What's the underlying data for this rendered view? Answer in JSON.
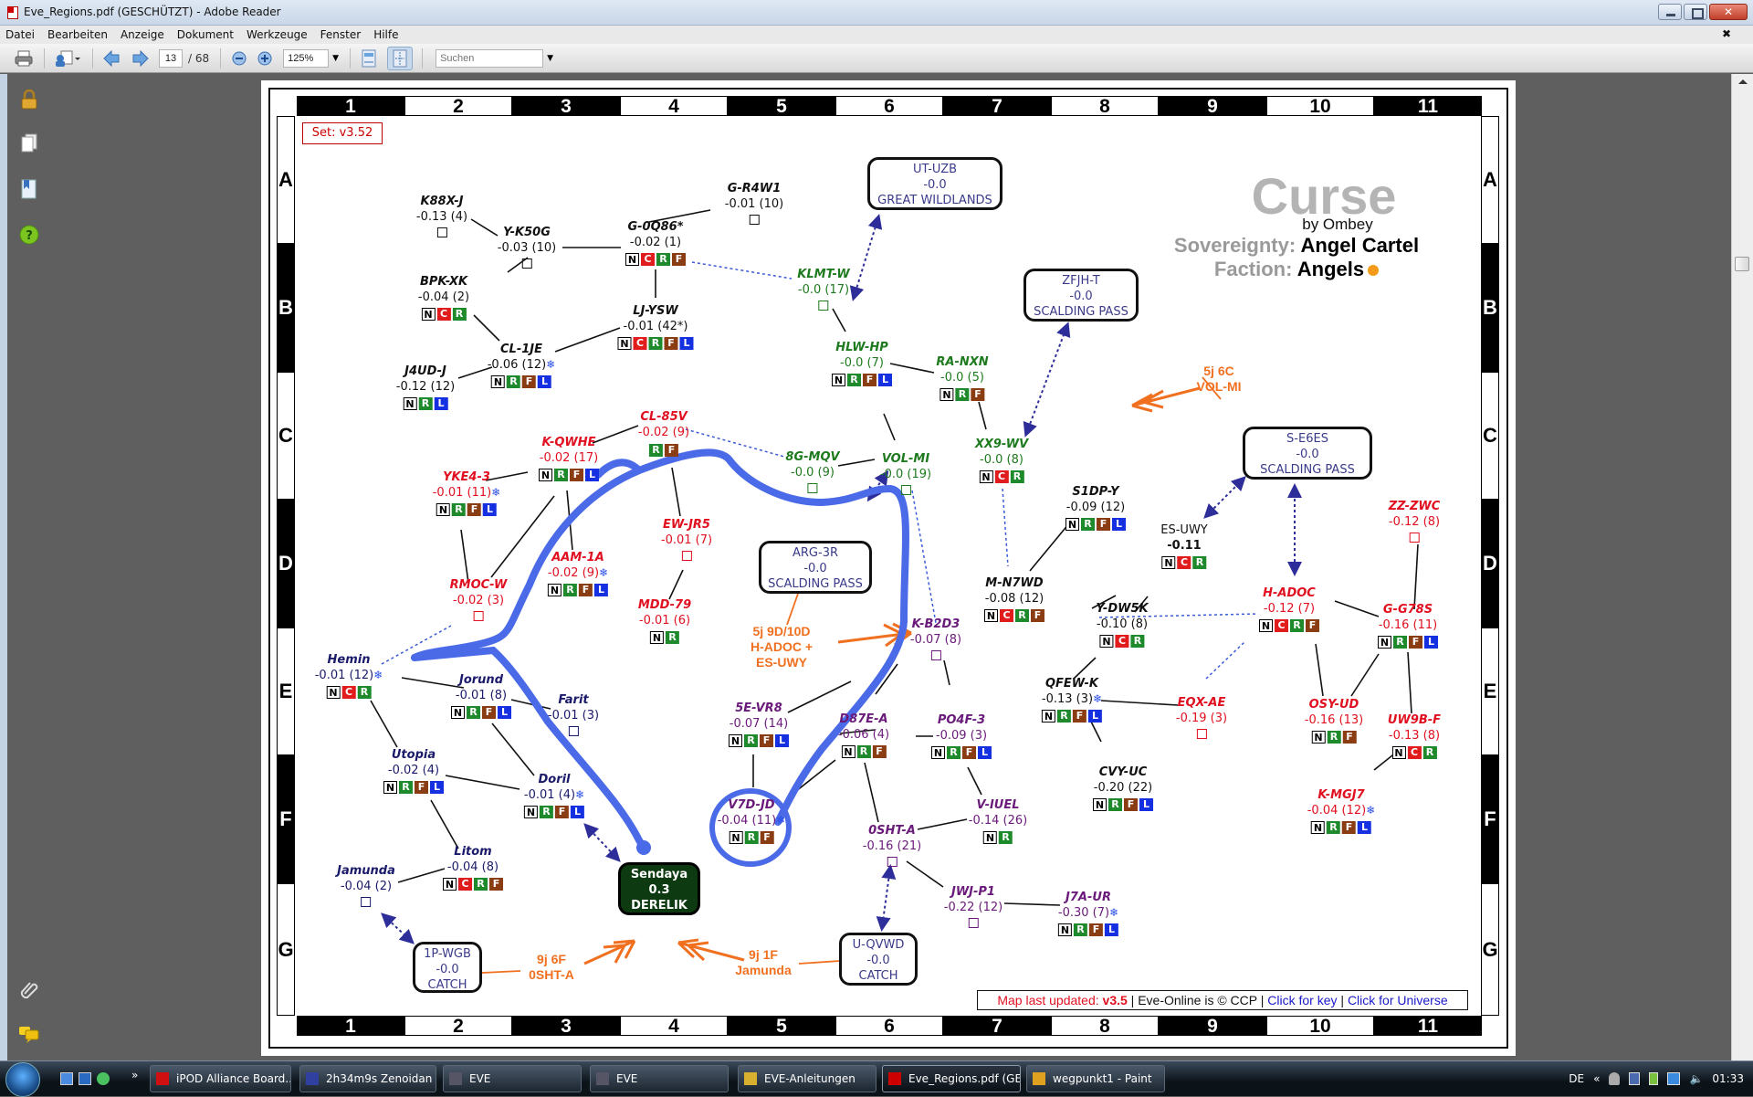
{
  "window": {
    "title": "Eve_Regions.pdf (GESCHÜTZT) - Adobe Reader",
    "close_glyph": "✕"
  },
  "menu": [
    "Datei",
    "Bearbeiten",
    "Anzeige",
    "Dokument",
    "Werkzeuge",
    "Fenster",
    "Hilfe"
  ],
  "doc_close_glyph": "✖",
  "toolbar": {
    "page_current": "13",
    "page_total": "/ 68",
    "zoom": "125%",
    "search_placeholder": "Suchen",
    "icons": [
      "printer-icon",
      "share-icon",
      "prev-page-icon",
      "next-page-icon",
      "zoom-out-icon",
      "zoom-in-icon",
      "fit-width-icon",
      "fit-page-icon"
    ]
  },
  "sidepanel": {
    "icons": [
      "lock-icon",
      "pages-icon",
      "bookmark-icon",
      "help-icon",
      "attachment-icon",
      "comments-icon"
    ]
  },
  "map": {
    "set_label": "Set: v3.52",
    "region": "Curse",
    "author": "by Ombey",
    "sovereignty_label": "Sovereignty:",
    "sovereignty_value": "Angel Cartel",
    "faction_label": "Faction:",
    "faction_value": "Angels",
    "faction_color": "#f39a1a",
    "columns": [
      "1",
      "2",
      "3",
      "4",
      "5",
      "6",
      "7",
      "8",
      "9",
      "10",
      "11"
    ],
    "rows": [
      "A",
      "B",
      "C",
      "D",
      "E",
      "F",
      "G"
    ],
    "footer": {
      "updated_label": "Map last updated: ",
      "updated_version": "v3.5",
      "copyright": " | Eve-Online is © CCP | ",
      "key_link": "Click for key",
      "sep": " | ",
      "universe_link": "Click for Universe"
    },
    "systems": [
      {
        "name": "K88X-J",
        "sec": "-0.13 (4)",
        "color": "black",
        "services": []
      },
      {
        "name": "Y-K50G",
        "sec": "-0.03 (10)",
        "color": "black",
        "services": []
      },
      {
        "name": "G-0Q86*",
        "sec": "-0.02 (1)",
        "color": "black",
        "services": [
          "N",
          "C",
          "R",
          "F"
        ]
      },
      {
        "name": "G-R4W1",
        "sec": "-0.01 (10)",
        "color": "black",
        "services": []
      },
      {
        "name": "BPK-XK",
        "sec": "-0.04 (2)",
        "color": "black",
        "services": [
          "N",
          "C",
          "R"
        ]
      },
      {
        "name": "LJ-YSW",
        "sec": "-0.01 (42*)",
        "color": "black",
        "services": [
          "N",
          "C",
          "R",
          "F",
          "L"
        ]
      },
      {
        "name": "CL-1JE",
        "sec": "-0.06 (12)",
        "color": "black",
        "services": [
          "N",
          "R",
          "F",
          "L"
        ],
        "ice": true
      },
      {
        "name": "J4UD-J",
        "sec": "-0.12 (12)",
        "color": "black",
        "services": [
          "N",
          "R",
          "L"
        ]
      },
      {
        "name": "KLMT-W",
        "sec": "-0.0 (17)",
        "color": "green",
        "services": []
      },
      {
        "name": "HLW-HP",
        "sec": "-0.0 (7)",
        "color": "green",
        "services": [
          "N",
          "R",
          "F",
          "L"
        ]
      },
      {
        "name": "RA-NXN",
        "sec": "-0.0 (5)",
        "color": "green",
        "services": [
          "N",
          "R",
          "F"
        ]
      },
      {
        "name": "XX9-WV",
        "sec": "-0.0 (8)",
        "color": "green",
        "services": [
          "N",
          "C",
          "R"
        ]
      },
      {
        "name": "8G-MQV",
        "sec": "-0.0 (9)",
        "color": "green",
        "services": []
      },
      {
        "name": "VOL-MI",
        "sec": "-0.0 (19)",
        "color": "green",
        "services": []
      },
      {
        "name": "CL-85V",
        "sec": "-0.02 (9)",
        "color": "red",
        "services": [
          "R",
          "F"
        ]
      },
      {
        "name": "K-QWHE",
        "sec": "-0.02 (17)",
        "color": "red",
        "services": [
          "N",
          "R",
          "F",
          "L"
        ]
      },
      {
        "name": "YKE4-3",
        "sec": "-0.01 (11)",
        "color": "red",
        "services": [
          "N",
          "R",
          "F",
          "L"
        ],
        "ice": true
      },
      {
        "name": "EW-JR5",
        "sec": "-0.01 (7)",
        "color": "red",
        "services": []
      },
      {
        "name": "AAM-1A",
        "sec": "-0.02 (9)",
        "color": "red",
        "services": [
          "N",
          "R",
          "F",
          "L"
        ],
        "ice": true
      },
      {
        "name": "RMOC-W",
        "sec": "-0.02 (3)",
        "color": "red",
        "services": []
      },
      {
        "name": "MDD-79",
        "sec": "-0.01 (6)",
        "color": "red",
        "services": [
          "N",
          "R"
        ]
      },
      {
        "name": "Hemin",
        "sec": "-0.01 (12)",
        "color": "navy",
        "services": [
          "N",
          "C",
          "R"
        ],
        "ice": true
      },
      {
        "name": "Jorund",
        "sec": "-0.01 (8)",
        "color": "navy",
        "services": [
          "N",
          "R",
          "F",
          "L"
        ]
      },
      {
        "name": "Farit",
        "sec": "-0.01 (3)",
        "color": "navy",
        "services": []
      },
      {
        "name": "Utopia",
        "sec": "-0.02 (4)",
        "color": "navy",
        "services": [
          "N",
          "R",
          "F",
          "L"
        ]
      },
      {
        "name": "Doril",
        "sec": "-0.01 (4)",
        "color": "navy",
        "services": [
          "N",
          "R",
          "F",
          "L"
        ],
        "ice": true
      },
      {
        "name": "Litom",
        "sec": "-0.04 (8)",
        "color": "navy",
        "services": [
          "N",
          "C",
          "R",
          "F"
        ]
      },
      {
        "name": "Jamunda",
        "sec": "-0.04 (2)",
        "color": "navy",
        "services": []
      },
      {
        "name": "K-B2D3",
        "sec": "-0.07 (8)",
        "color": "purple",
        "services": []
      },
      {
        "name": "5E-VR8",
        "sec": "-0.07 (14)",
        "color": "purple",
        "services": [
          "N",
          "R",
          "F",
          "L"
        ]
      },
      {
        "name": "D87E-A",
        "sec": "-0.06 (4)",
        "color": "purple",
        "services": [
          "N",
          "R",
          "F"
        ]
      },
      {
        "name": "PO4F-3",
        "sec": "-0.09 (3)",
        "color": "purple",
        "services": [
          "N",
          "R",
          "F",
          "L"
        ]
      },
      {
        "name": "V7D-JD",
        "sec": "-0.04 (11)",
        "color": "purple",
        "services": [
          "N",
          "R",
          "F"
        ],
        "ice": true
      },
      {
        "name": "V-IUEL",
        "sec": "-0.14 (26)",
        "color": "purple",
        "services": [
          "N",
          "R"
        ]
      },
      {
        "name": "0SHT-A",
        "sec": "-0.16 (21)",
        "color": "purple",
        "services": []
      },
      {
        "name": "JWJ-P1",
        "sec": "-0.22 (12)",
        "color": "purple",
        "services": []
      },
      {
        "name": "J7A-UR",
        "sec": "-0.30 (7)",
        "color": "purple",
        "services": [
          "N",
          "R",
          "F",
          "L"
        ],
        "ice": true
      },
      {
        "name": "S1DP-Y",
        "sec": "-0.09 (12)",
        "color": "black",
        "services": [
          "N",
          "R",
          "F",
          "L"
        ]
      },
      {
        "name": "M-N7WD",
        "sec": "-0.08 (12)",
        "color": "black",
        "services": [
          "N",
          "C",
          "R",
          "F"
        ]
      },
      {
        "name": "Y-DW5K",
        "sec": "-0.10 (8)",
        "color": "black",
        "services": [
          "N",
          "C",
          "R"
        ]
      },
      {
        "name": "QFEW-K",
        "sec": "-0.13 (3)",
        "color": "black",
        "services": [
          "N",
          "R",
          "F",
          "L"
        ],
        "ice": true
      },
      {
        "name": "CVY-UC",
        "sec": "-0.20 (22)",
        "color": "black",
        "services": [
          "N",
          "R",
          "F",
          "L"
        ]
      },
      {
        "name": "EQX-AE",
        "sec": "-0.19 (3)",
        "color": "red",
        "services": []
      },
      {
        "name": "H-ADOC",
        "sec": "-0.12 (7)",
        "color": "red",
        "services": [
          "N",
          "C",
          "R",
          "F"
        ]
      },
      {
        "name": "ZZ-ZWC",
        "sec": "-0.12 (8)",
        "color": "red",
        "services": []
      },
      {
        "name": "G-G78S",
        "sec": "-0.16 (11)",
        "color": "red",
        "services": [
          "N",
          "R",
          "F",
          "L"
        ]
      },
      {
        "name": "OSY-UD",
        "sec": "-0.16 (13)",
        "color": "red",
        "services": [
          "N",
          "R",
          "F"
        ]
      },
      {
        "name": "UW9B-F",
        "sec": "-0.13 (8)",
        "color": "red",
        "services": [
          "N",
          "C",
          "R"
        ]
      },
      {
        "name": "K-MGJ7",
        "sec": "-0.04 (12)",
        "color": "red",
        "services": [
          "N",
          "R",
          "F",
          "L"
        ],
        "ice": true
      }
    ],
    "es_uwy": {
      "name": "ES-UWY",
      "sec": "-0.11",
      "services": [
        "N",
        "C",
        "R"
      ]
    },
    "gates": [
      {
        "name": "UT-UZB",
        "sec": "-0.0",
        "region": "GREAT WILDLANDS"
      },
      {
        "name": "ZFJH-T",
        "sec": "-0.0",
        "region": "SCALDING PASS"
      },
      {
        "name": "S-E6ES",
        "sec": "-0.0",
        "region": "SCALDING PASS"
      },
      {
        "name": "ARG-3R",
        "sec": "-0.0",
        "region": "SCALDING PASS"
      },
      {
        "name": "Sendaya",
        "sec": "0.3",
        "region": "DERELIK"
      },
      {
        "name": "1P-WGB",
        "sec": "-0.0",
        "region": "CATCH"
      },
      {
        "name": "U-QVWD",
        "sec": "-0.0",
        "region": "CATCH"
      }
    ],
    "notes": [
      {
        "line1": "5j 6C",
        "line2": "VOL-MI"
      },
      {
        "line1": "5j 9D/10D",
        "line2": "H-ADOC +",
        "line3": "ES-UWY"
      },
      {
        "line1": "9j 6F",
        "line2": "0SHT-A"
      },
      {
        "line1": "9j 1F",
        "line2": "Jamunda"
      }
    ]
  },
  "taskbar": {
    "items": [
      {
        "label": "iPOD Alliance Board...",
        "icon": "opera-icon"
      },
      {
        "label": "2h34m9s Zenoidan |...",
        "icon": "app-icon"
      },
      {
        "label": "EVE",
        "icon": "eve-icon"
      },
      {
        "label": "EVE",
        "icon": "eve-icon"
      },
      {
        "label": "EVE-Anleitungen",
        "icon": "folder-icon"
      },
      {
        "label": "Eve_Regions.pdf (GE...",
        "icon": "pdf-icon",
        "active": true
      },
      {
        "label": "wegpunkt1 - Paint",
        "icon": "paint-icon"
      }
    ],
    "language": "DE",
    "expand": "«",
    "clock": "01:33"
  }
}
